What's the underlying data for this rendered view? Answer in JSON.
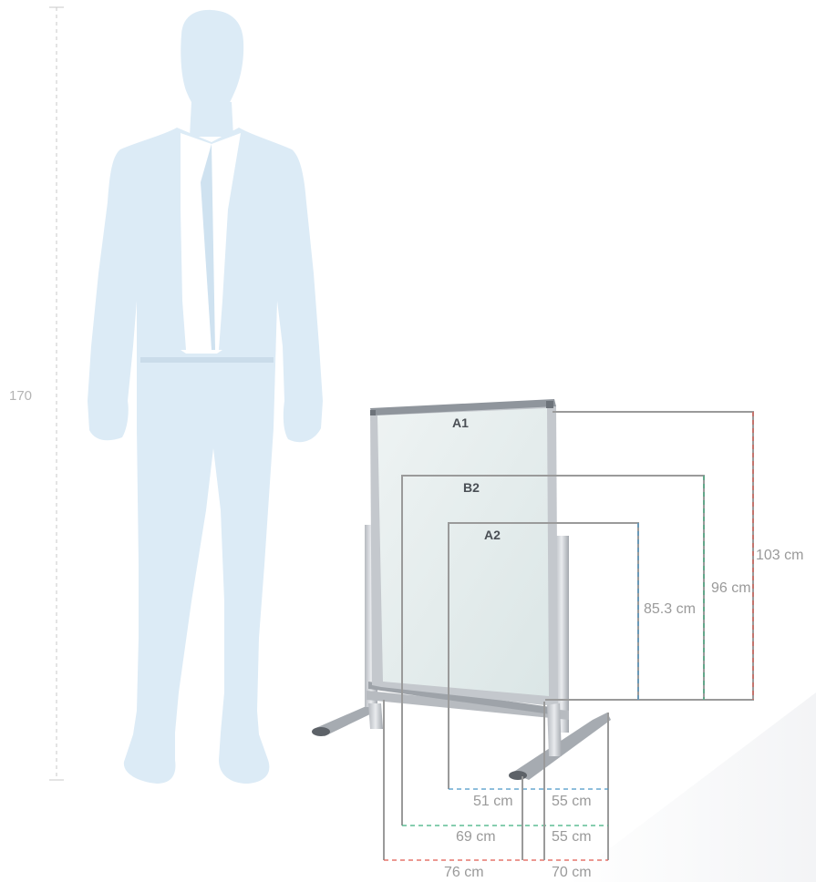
{
  "person": {
    "height_label": "170"
  },
  "formats": [
    {
      "id": "A1",
      "label": "A1",
      "height": "103 cm",
      "width": "76 cm",
      "depth": "70 cm",
      "color": "#e05a4f"
    },
    {
      "id": "B2",
      "label": "B2",
      "height": "96 cm",
      "width": "69 cm",
      "depth": "55 cm",
      "color": "#3fb07f"
    },
    {
      "id": "A2",
      "label": "A2",
      "height": "85.3 cm",
      "width": "51 cm",
      "depth": "55 cm",
      "color": "#4a98c8"
    }
  ],
  "colors": {
    "silhouette": "#dcebf6",
    "frame": "#9a9a9a",
    "poster": "#e4eeee"
  }
}
